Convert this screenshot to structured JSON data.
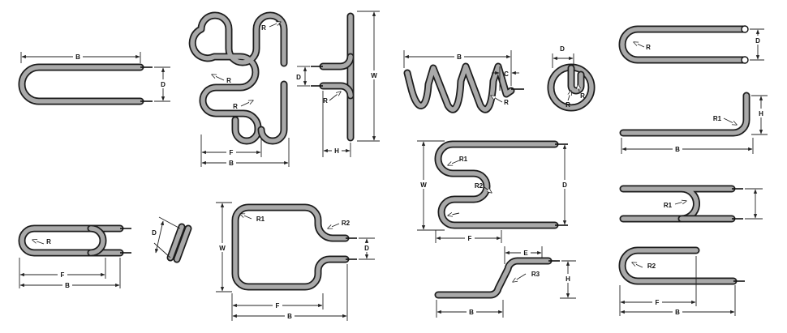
{
  "figures": [
    {
      "name": "hairpin-element",
      "labels": {
        "width": "B",
        "spacing": "D"
      }
    },
    {
      "name": "triple-bend-bracket-element",
      "labels": {
        "radius_top": "R",
        "radius_mid": "R",
        "radius_low": "R",
        "spacing": "D",
        "height": "W",
        "offset": "H",
        "radius_bracket": "R",
        "inner_width": "F",
        "width": "B"
      }
    },
    {
      "name": "helix-coil-element",
      "labels": {
        "length": "B",
        "pitch": "C",
        "radius": "R"
      }
    },
    {
      "name": "ring-element",
      "labels": {
        "diameter": "D",
        "radius_left": "R",
        "radius_right": "R"
      }
    },
    {
      "name": "hairpin-top-view-element",
      "labels": {
        "spacing": "D",
        "radius": "R"
      }
    },
    {
      "name": "l-bend-element",
      "labels": {
        "radius": "R1",
        "height": "H",
        "width": "B"
      }
    },
    {
      "name": "serpentine-element",
      "labels": {
        "radius_top": "R1",
        "radius_mid": "R2",
        "height": "W",
        "depth": "D",
        "inner_width": "F"
      }
    },
    {
      "name": "tight-hairpin-element",
      "labels": {
        "radius": "R1"
      }
    },
    {
      "name": "long-hairpin-element",
      "labels": {
        "radius": "R",
        "inner_width": "F",
        "width": "B"
      }
    },
    {
      "name": "twisted-loop-element",
      "labels": {
        "spacing": "D"
      }
    },
    {
      "name": "rectangular-loop-element",
      "labels": {
        "radius_corner": "R1",
        "radius_offset": "R2",
        "height": "W",
        "spacing": "D",
        "inner_width": "F",
        "width": "B"
      }
    },
    {
      "name": "offset-step-element",
      "labels": {
        "offset": "E",
        "radius": "R3",
        "height": "H",
        "width": "B"
      }
    },
    {
      "name": "unequal-hairpin-element",
      "labels": {
        "radius": "R2",
        "inner_width": "F",
        "width": "B"
      }
    }
  ]
}
